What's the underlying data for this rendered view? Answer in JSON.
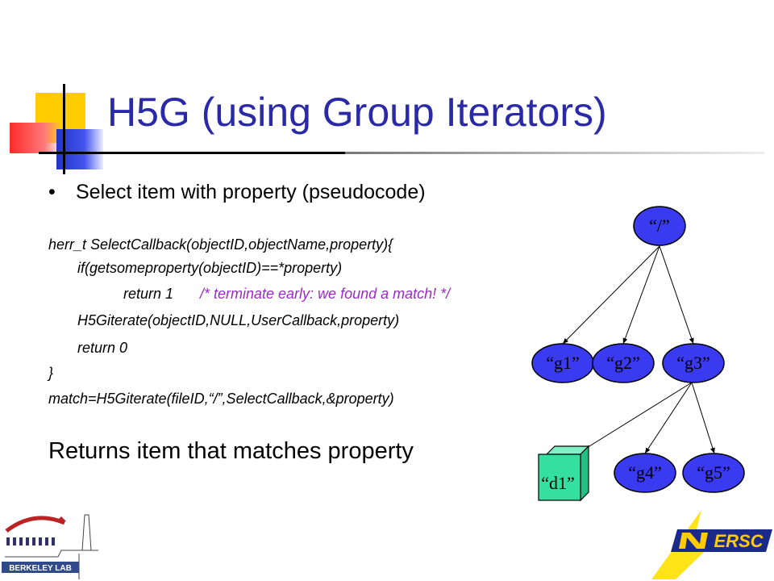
{
  "slide": {
    "title": "H5G (using Group Iterators)",
    "bullet": "Select item with property (pseudocode)",
    "code_lines": {
      "l1": "herr_t SelectCallback(objectID,objectName,property){",
      "l2": "if(getsomeproperty(objectID)==*property)",
      "l3": "return 1",
      "l3_comment": "/* terminate early: we found a match! */",
      "l4": "H5Giterate(objectID,NULL,UserCallback,property)",
      "l5": "return 0",
      "l6": "}",
      "l7": "match=H5Giterate(fileID,“/”,SelectCallback,&property)"
    },
    "returns": "Returns item that matches property"
  },
  "tree": {
    "root": "“/”",
    "g1": "“g1”",
    "g2": "“g2”",
    "g3": "“g3”",
    "d1": "“d1”",
    "g4": "“g4”",
    "g5": "“g5”"
  },
  "logos": {
    "berkeley": "BERKELEY LAB",
    "nersc": "ERSC"
  },
  "colors": {
    "title": "#2a2aa8",
    "node_fill": "#3a3af0",
    "dataset_fill": "#33e0a0",
    "comment": "#9a2ac7"
  }
}
